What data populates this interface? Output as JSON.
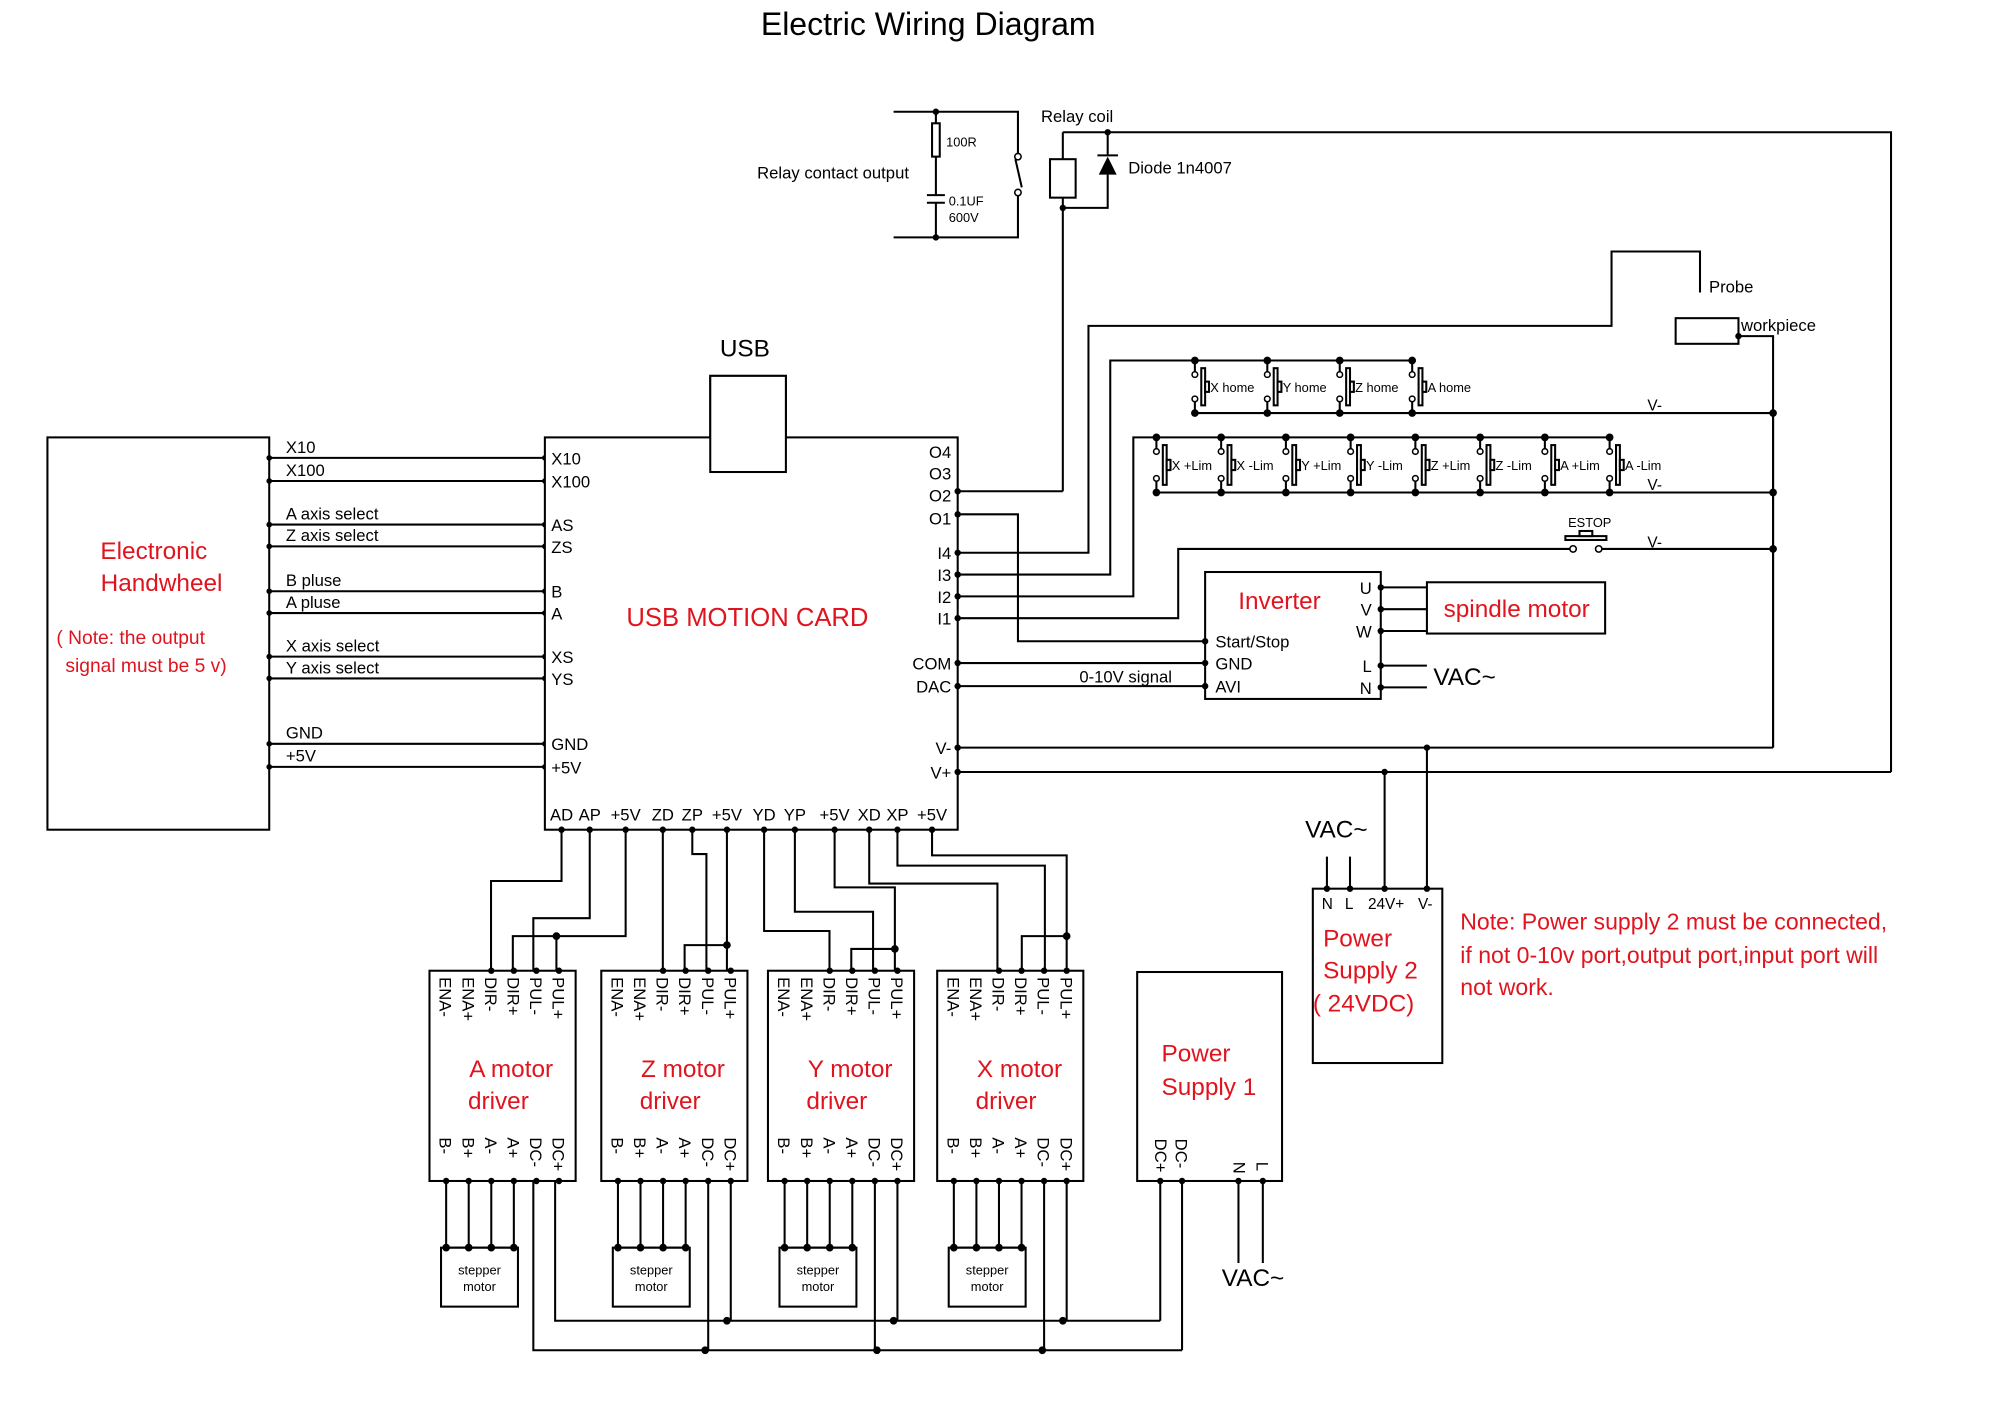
{
  "title": "Electric Wiring Diagram",
  "relay": {
    "contact_output": "Relay contact output",
    "resistor": "100R",
    "capacitor_1": "0.1UF",
    "capacitor_2": "600V",
    "coil": "Relay coil",
    "diode": "Diode 1n4007"
  },
  "probe": {
    "probe": "Probe",
    "workpiece": "workpiece"
  },
  "home_switches": [
    "X home",
    "Y home",
    "Z home",
    "A home"
  ],
  "limit_switches": [
    "X +Lim",
    "X -Lim",
    "Y +Lim",
    "Y -Lim",
    "Z +Lim",
    "Z -Lim",
    "A +Lim",
    "A -Lim"
  ],
  "v_minus": "V-",
  "estop": "ESTOP",
  "usb": "USB",
  "handwheel": {
    "title_1": "Electronic",
    "title_2": "Handwheel",
    "note_1": "(  Note: the output",
    "note_2": "signal must be 5 v)",
    "signals": [
      "X10",
      "X100",
      "A axis select",
      "Z axis select",
      "B pluse",
      "A pluse",
      "X axis select",
      "Y axis select",
      "GND",
      "+5V"
    ]
  },
  "card": {
    "title": "USB MOTION CARD",
    "left_pins": [
      "X10",
      "X100",
      "AS",
      "ZS",
      "B",
      "A",
      "XS",
      "YS",
      "GND",
      "+5V"
    ],
    "right_pins": [
      "O4",
      "O3",
      "O2",
      "O1",
      "I4",
      "I3",
      "I2",
      "I1",
      "COM",
      "DAC",
      "V-",
      "V+"
    ],
    "bottom_pins": [
      "AD",
      "AP",
      "+5V",
      "ZD",
      "ZP",
      "+5V",
      "YD",
      "YP",
      "+5V",
      "XD",
      "XP",
      "+5V"
    ]
  },
  "signal_label": "0-10V signal",
  "inverter": {
    "title": "Inverter",
    "left_pins": [
      "Start/Stop",
      "GND",
      "AVI"
    ],
    "right_pins": [
      "U",
      "V",
      "W",
      "L",
      "N"
    ],
    "vac": "VAC~"
  },
  "spindle": "spindle motor",
  "drivers": [
    {
      "name_1": "A motor",
      "name_2": "driver"
    },
    {
      "name_1": "Z motor",
      "name_2": "driver"
    },
    {
      "name_1": "Y motor",
      "name_2": "driver"
    },
    {
      "name_1": "X motor",
      "name_2": "driver"
    }
  ],
  "driver_top_pins": [
    "ENA-",
    "ENA+",
    "DIR-",
    "DIR+",
    "PUL-",
    "PUL+"
  ],
  "driver_bottom_pins": [
    "B-",
    "B+",
    "A-",
    "A+",
    "DC-",
    "DC+"
  ],
  "stepper": {
    "line_1": "stepper",
    "line_2": "motor"
  },
  "ps1": {
    "title_1": "Power",
    "title_2": "Supply 1",
    "pins": [
      "DC+",
      "DC-",
      "N",
      "L"
    ],
    "vac": "VAC~"
  },
  "ps2": {
    "title_1": "Power",
    "title_2": "Supply 2",
    "title_3": "(  24VDC)",
    "pins": [
      "N",
      "L",
      "24V+",
      "V-"
    ],
    "vac": "VAC~"
  },
  "note": {
    "line_1": "Note: Power supply 2 must be connected,",
    "line_2": "if not 0-10v port,output port,input port will",
    "line_3": "not work."
  },
  "colors": {
    "wire": "#000000",
    "label_red": "#e0141e"
  }
}
